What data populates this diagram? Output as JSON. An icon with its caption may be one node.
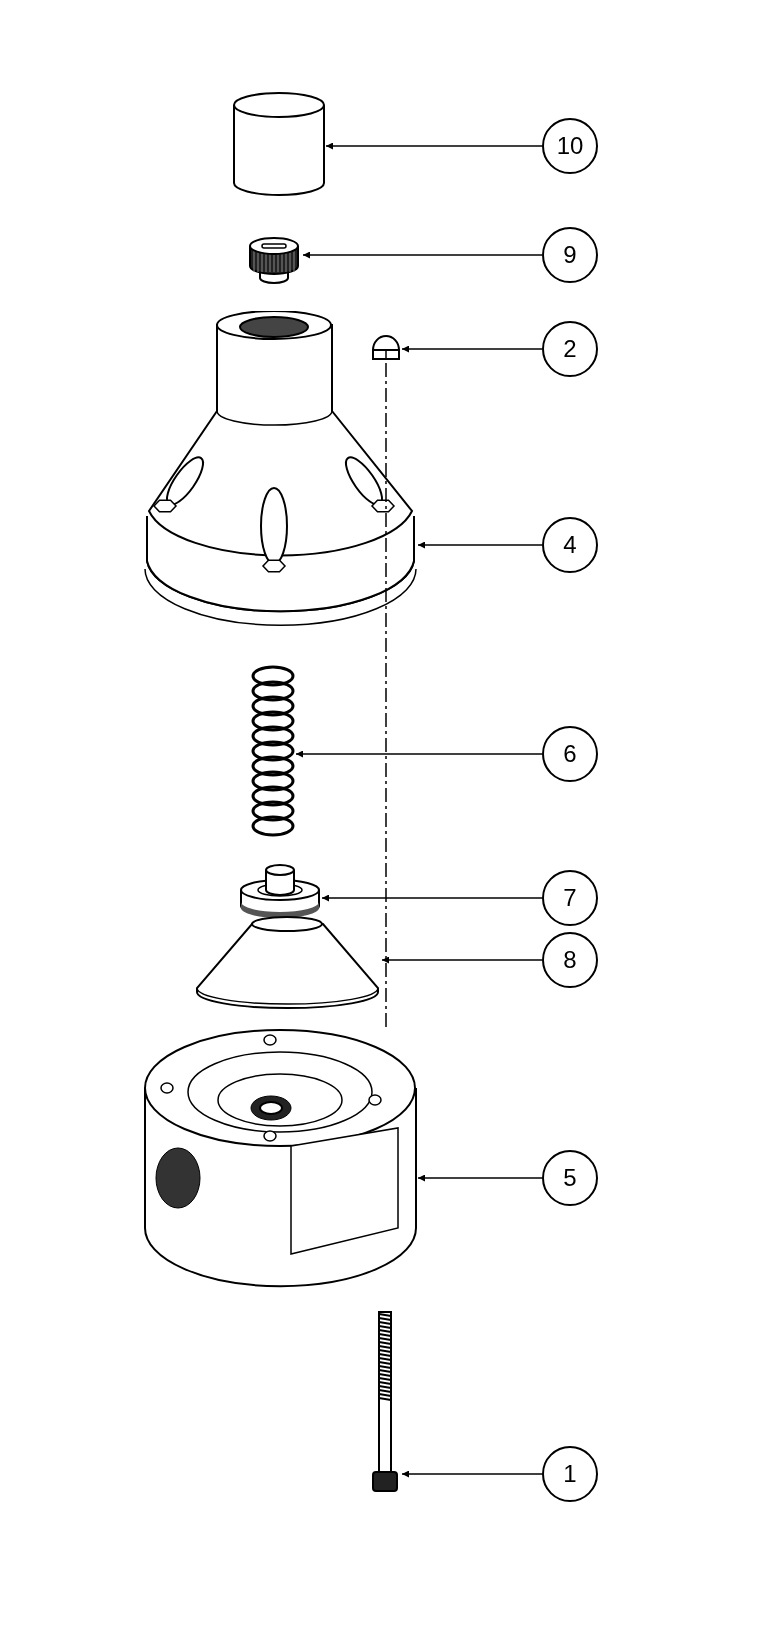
{
  "diagram": {
    "nodes": [
      {
        "text": [
          "10"
        ]
      },
      {
        "text": [
          "9"
        ]
      },
      {
        "text": [
          "2"
        ]
      },
      {
        "text": [
          "4"
        ]
      },
      {
        "text": [
          "6"
        ]
      },
      {
        "text": [
          "7"
        ]
      },
      {
        "text": [
          "8"
        ]
      },
      {
        "text": [
          "5"
        ]
      },
      {
        "text": [
          "1"
        ]
      },
      {
        "text": [],
        "shape": "cylinder"
      },
      {
        "text": [],
        "shape": "picture"
      },
      {
        "text": [],
        "shape": "picture"
      },
      {
        "text": [],
        "shape": "picture"
      },
      {
        "text": [],
        "shape": "picture"
      },
      {
        "text": [],
        "shape": "picture"
      },
      {
        "text": [],
        "shape": "picture"
      },
      {
        "text": [],
        "shape": "picture"
      },
      {
        "text": [],
        "shape": "picture"
      }
    ],
    "edges": [
      {
        "from": 0,
        "to": 9,
        "arrow": "to"
      },
      {
        "from": 1,
        "to": 10,
        "arrow": "to"
      },
      {
        "from": 2,
        "to": 11,
        "arrow": "to"
      },
      {
        "from": 3,
        "to": 12,
        "arrow": "to"
      },
      {
        "from": 4,
        "to": 13,
        "arrow": "to"
      },
      {
        "from": 5,
        "to": 14,
        "arrow": "to"
      },
      {
        "from": 6,
        "to": 15,
        "arrow": "to"
      },
      {
        "from": 7,
        "to": 16,
        "arrow": "to"
      },
      {
        "from": 8,
        "to": 17,
        "arrow": "to"
      },
      {
        "from": 11,
        "to": 16,
        "arrow": "none",
        "style": "dashed"
      }
    ]
  }
}
